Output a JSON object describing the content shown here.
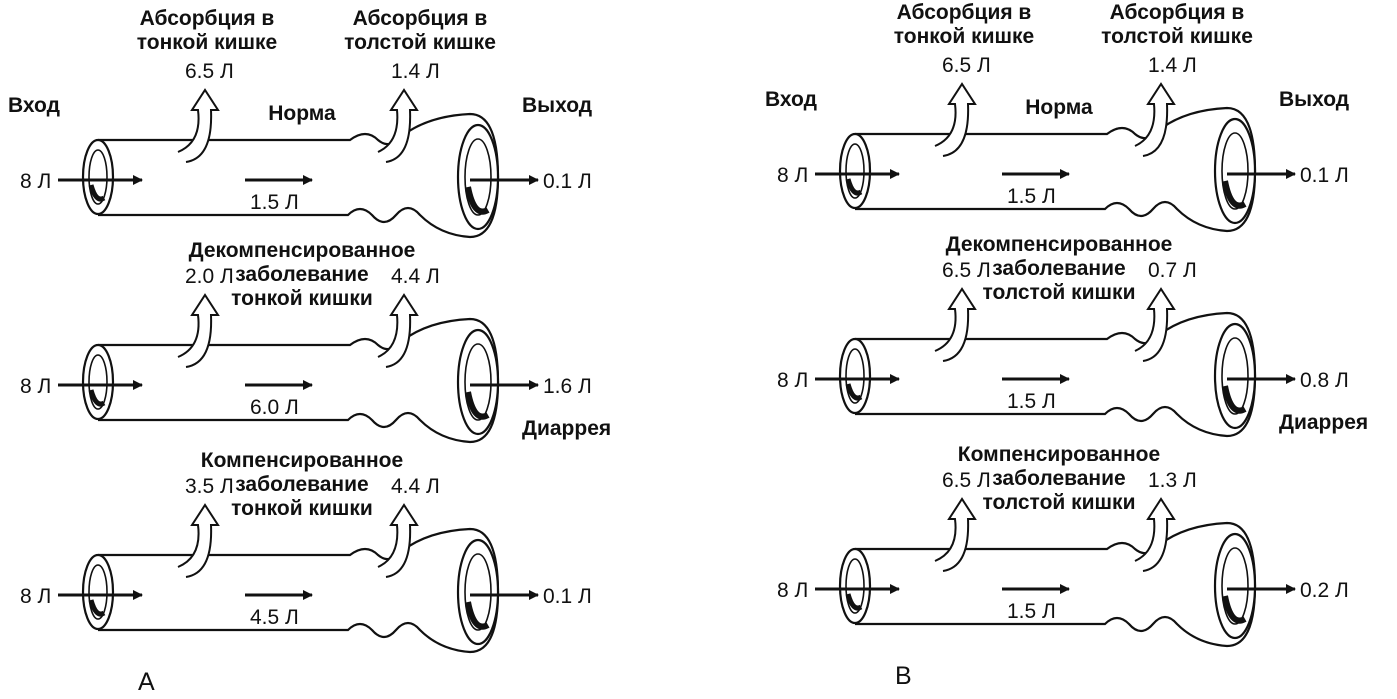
{
  "panels": [
    {
      "label": "A",
      "rows": [
        {
          "header": [
            "Абсорбция в",
            "тонкой кишке"
          ],
          "header2": [
            "Абсорбция в",
            "толстой кишке"
          ],
          "title": [
            "Норма"
          ],
          "small_abs": "6.5 Л",
          "large_abs": "1.4 Л",
          "input": "8 Л",
          "ileocecal": "1.5 Л",
          "output": "0.1 Л",
          "in_label": "Вход",
          "out_label": "Выход",
          "note": ""
        },
        {
          "title": [
            "Декомпенсированное",
            "заболевание",
            "тонкой кишки"
          ],
          "small_abs": "2.0 Л",
          "large_abs": "4.4 Л",
          "input": "8 Л",
          "ileocecal": "6.0 Л",
          "output": "1.6 Л",
          "note": "Диаррея"
        },
        {
          "title": [
            "Компенсированное",
            "заболевание",
            "тонкой кишки"
          ],
          "small_abs": "3.5 Л",
          "large_abs": "4.4 Л",
          "input": "8 Л",
          "ileocecal": "4.5 Л",
          "output": "0.1 Л",
          "note": ""
        }
      ]
    },
    {
      "label": "B",
      "rows": [
        {
          "header": [
            "Абсорбция в",
            "тонкой кишке"
          ],
          "header2": [
            "Абсорбция в",
            "толстой кишке"
          ],
          "title": [
            "Норма"
          ],
          "small_abs": "6.5 Л",
          "large_abs": "1.4 Л",
          "input": "8 Л",
          "ileocecal": "1.5 Л",
          "output": "0.1 Л",
          "in_label": "Вход",
          "out_label": "Выход",
          "note": ""
        },
        {
          "title": [
            "Декомпенсированное",
            "заболевание",
            "толстой кишки"
          ],
          "small_abs": "6.5 Л",
          "large_abs": "0.7 Л",
          "input": "8 Л",
          "ileocecal": "1.5 Л",
          "output": "0.8 Л",
          "note": "Диаррея"
        },
        {
          "title": [
            "Компенсированное",
            "заболевание",
            "толстой кишки"
          ],
          "small_abs": "6.5 Л",
          "large_abs": "1.3 Л",
          "input": "8 Л",
          "ileocecal": "1.5 Л",
          "output": "0.2 Л",
          "note": ""
        }
      ]
    }
  ]
}
